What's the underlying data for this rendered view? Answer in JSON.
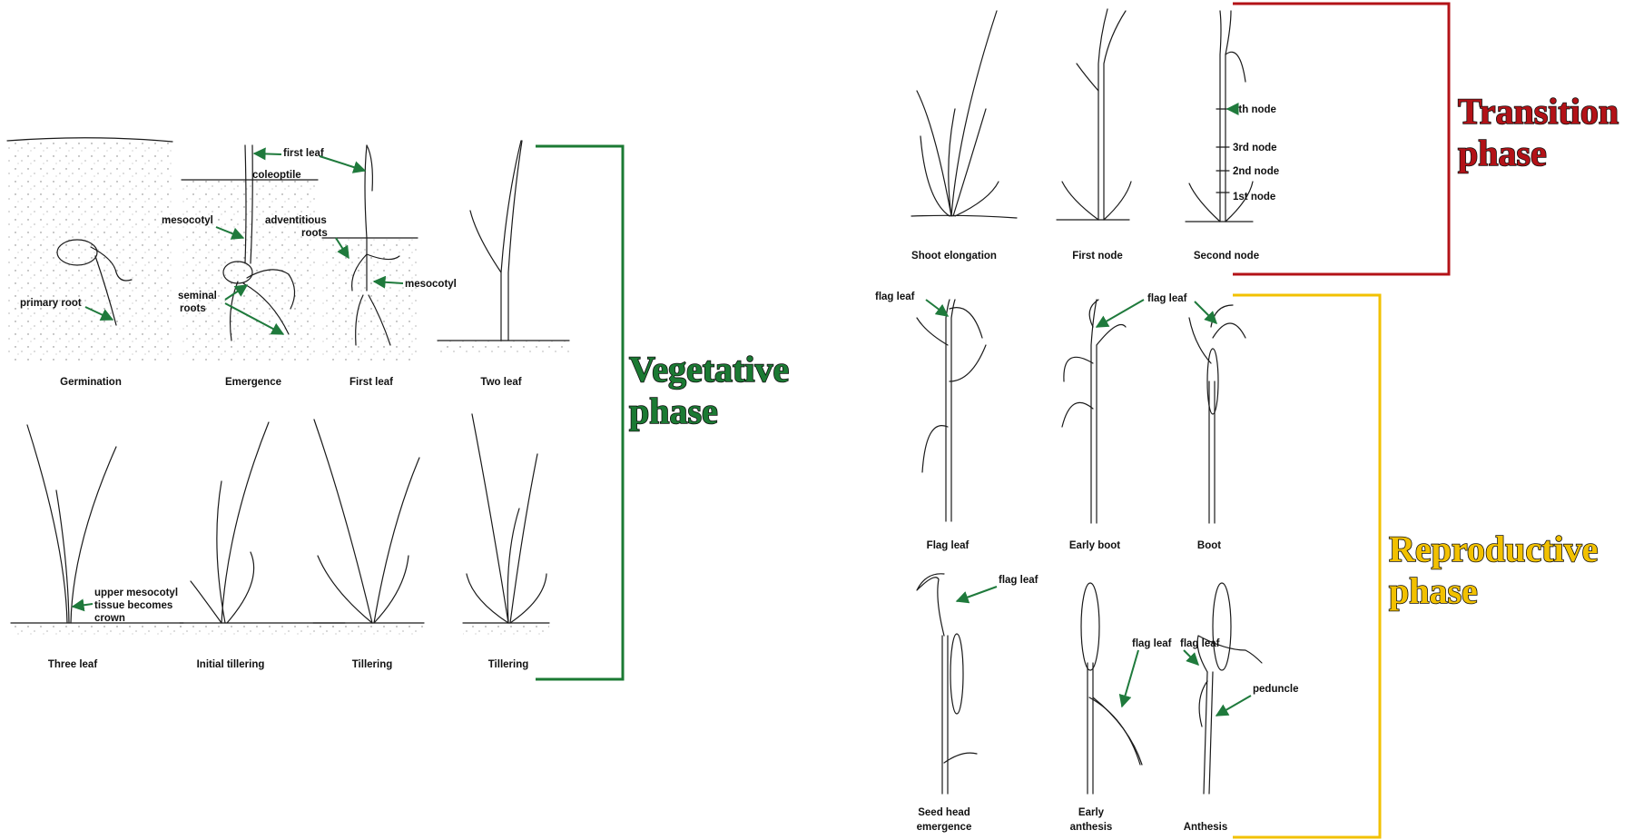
{
  "vegetative": {
    "title_line1": "Vegetative",
    "title_line2": "phase",
    "color": "#1b7a33",
    "captions": [
      "Germination",
      "Emergence",
      "First leaf",
      "Two leaf",
      "Three leaf",
      "Initial tillering",
      "Tillering",
      "Tillering"
    ],
    "labels": {
      "primary_root": "primary root",
      "first_leaf": "first leaf",
      "coleoptile": "coleoptile",
      "mesocotyl": "mesocotyl",
      "seminal_roots_1": "seminal",
      "seminal_roots_2": "roots",
      "adventitious_1": "adventitious",
      "adventitious_2": "roots",
      "mesocotyl_2": "mesocotyl",
      "upper_1": "upper mesocotyl",
      "upper_2": "tissue becomes",
      "upper_3": "crown"
    }
  },
  "transition": {
    "title_line1": "Transition",
    "title_line2": "phase",
    "color": "#b31217",
    "captions": [
      "Shoot elongation",
      "First node",
      "Second node"
    ],
    "nodes": [
      "4th node",
      "3rd node",
      "2nd node",
      "1st node"
    ]
  },
  "reproductive": {
    "title_line1": "Reproductive",
    "title_line2": "phase",
    "color": "#f2c100",
    "captions": [
      "Flag leaf",
      "Early boot",
      "Boot"
    ],
    "captions_row2": [
      [
        "Seed head",
        "emergence"
      ],
      [
        "Early",
        "anthesis"
      ],
      [
        "Anthesis"
      ]
    ],
    "labels": {
      "flag_leaf": "flag leaf",
      "peduncle": "peduncle"
    }
  },
  "arrow_color": "#1f7a3c"
}
